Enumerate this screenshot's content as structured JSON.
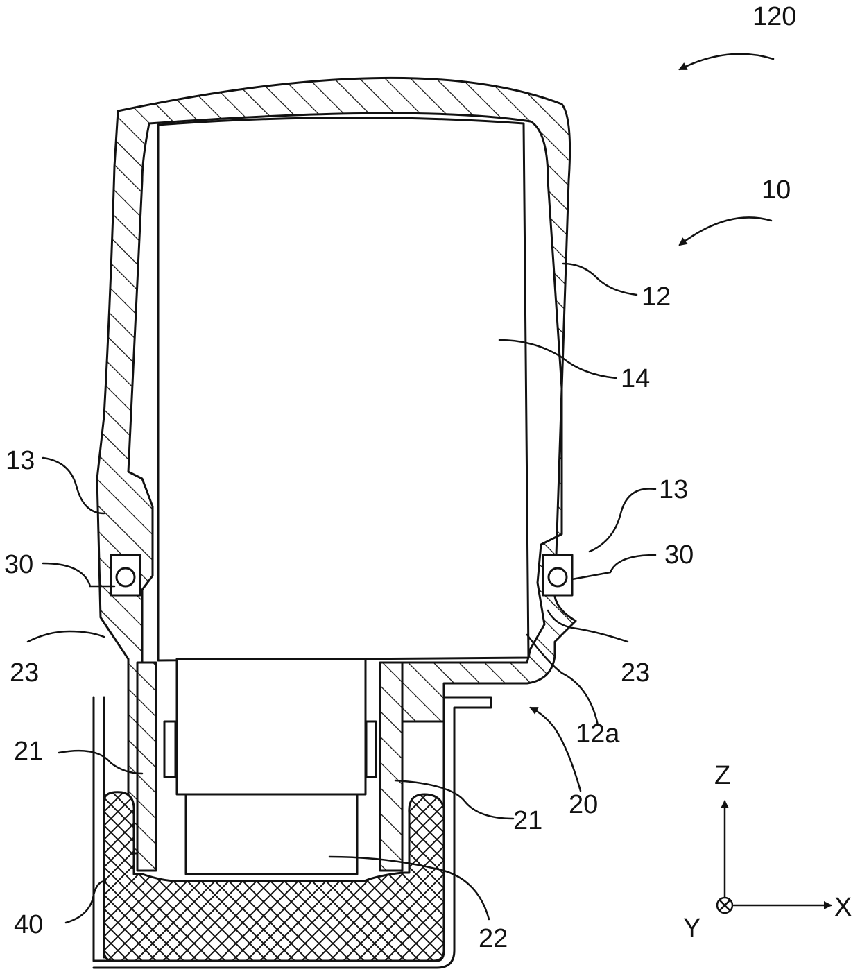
{
  "figure": {
    "labels": {
      "assembly": "120",
      "device": "10",
      "housing": "12",
      "housing_wall": "12a",
      "module": "14",
      "bracket": "13",
      "bracket_right": "13",
      "seal_left": "30",
      "seal_right": "30",
      "flange_left": "23",
      "flange_right": "23",
      "holder": "20",
      "leg_left": "21",
      "leg_right": "21",
      "bottom": "22",
      "pad": "40"
    },
    "axes": {
      "z": "Z",
      "x": "X",
      "y": "Y"
    }
  }
}
